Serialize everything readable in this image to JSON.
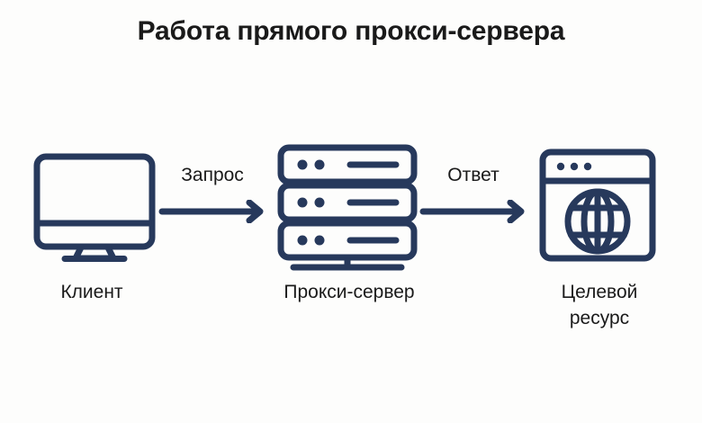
{
  "diagram": {
    "title": "Работа прямого прокси-сервера",
    "background_color": "#fdfdfc",
    "icon_color": "#27395c",
    "text_color": "#1a1a1a",
    "nodes": [
      {
        "id": "client",
        "icon": "desktop-monitor-icon",
        "caption": "Клиент"
      },
      {
        "id": "proxy",
        "icon": "server-rack-icon",
        "caption": "Прокси-сервер"
      },
      {
        "id": "target",
        "icon": "browser-window-globe-icon",
        "caption": "Целевой\nресурс"
      }
    ],
    "edges": [
      {
        "id": "request",
        "label": "Запрос",
        "from": "client",
        "to": "proxy",
        "direction": "right",
        "icon": "arrow-right-icon"
      },
      {
        "id": "response",
        "label": "Ответ",
        "from": "proxy",
        "to": "target",
        "direction": "right",
        "icon": "arrow-right-icon"
      }
    ]
  }
}
